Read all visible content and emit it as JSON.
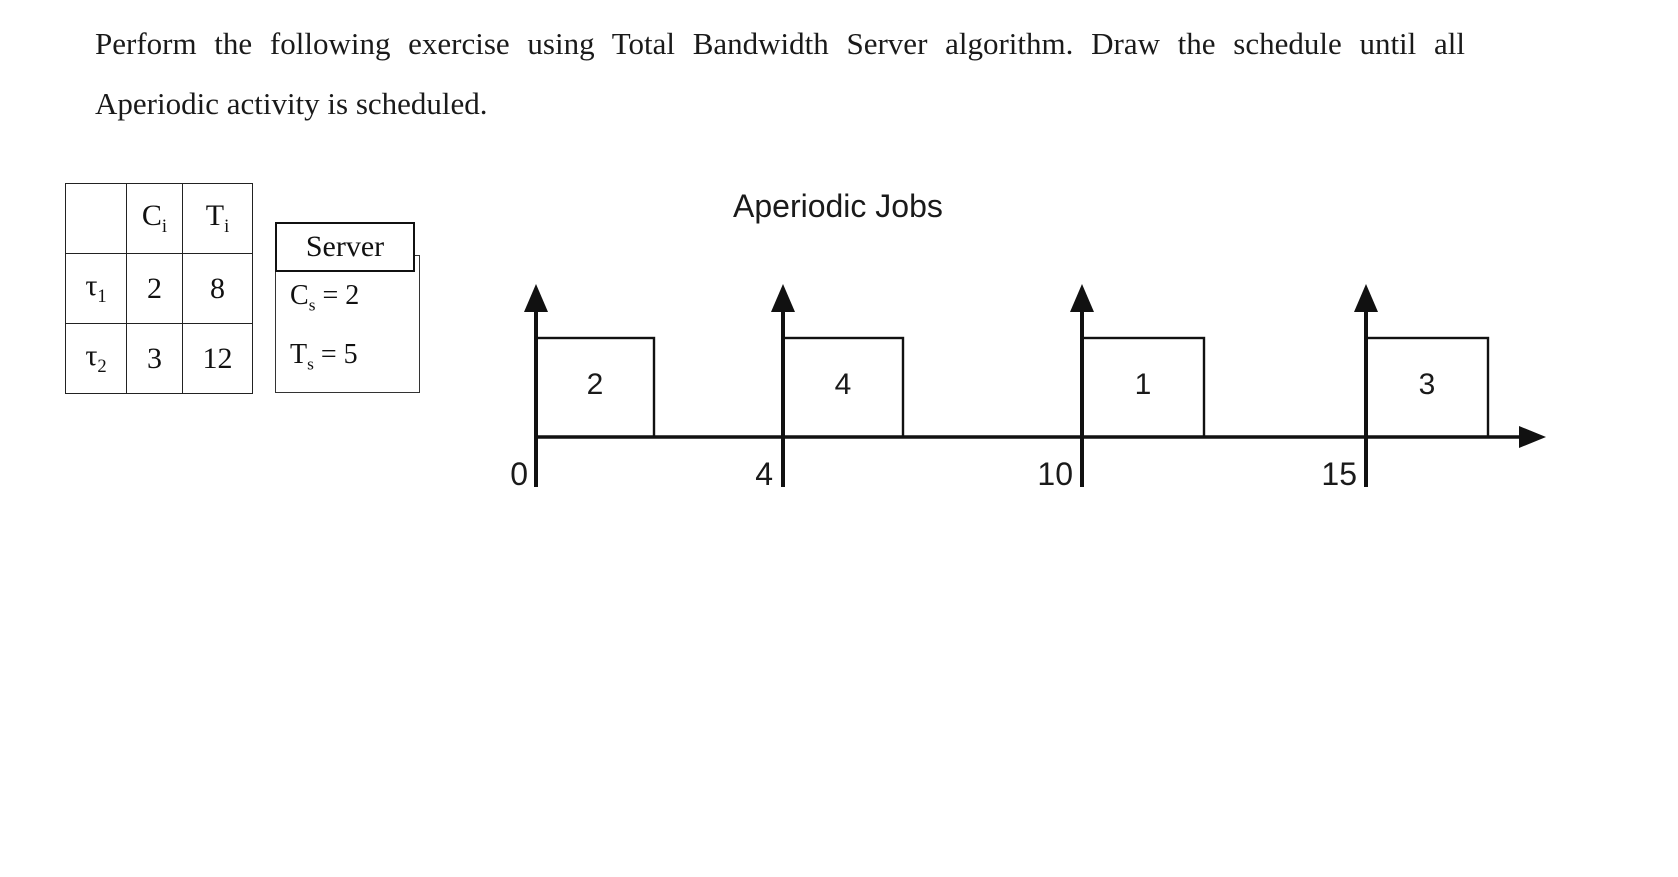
{
  "question": {
    "text": "Perform the following exercise using Total Bandwidth Server algorithm. Draw the schedule until all Aperiodic activity is scheduled.",
    "line1": "Perform the following exercise using Total Bandwidth Server algorithm. Draw the schedule",
    "line2": "until all Aperiodic activity is scheduled."
  },
  "task_table": {
    "corner_label": "",
    "headers": [
      "",
      "C",
      "T"
    ],
    "header_subscripts": [
      "",
      "i",
      "i"
    ],
    "rows": [
      {
        "name": "τ",
        "name_sub": "1",
        "c": "2",
        "t": "8"
      },
      {
        "name": "τ",
        "name_sub": "2",
        "c": "3",
        "t": "12"
      }
    ]
  },
  "server": {
    "title": "Server",
    "capacity_label": "C",
    "capacity_sub": "s",
    "capacity_eq": " = 2",
    "period_label": "T",
    "period_sub": "s",
    "period_eq": " = 5",
    "capacity_value": 2,
    "period_value": 5
  },
  "chart_data": {
    "type": "bar",
    "title": "Aperiodic Jobs",
    "xlabel": "",
    "ylabel": "",
    "grid": false,
    "legend": "none",
    "xlim": [
      0,
      20
    ],
    "arrival_times": [
      0,
      4,
      10,
      15
    ],
    "tick_labels": [
      "0",
      "4",
      "10",
      "15"
    ],
    "jobs": [
      {
        "label": "2",
        "arrival": 0,
        "exec": 2
      },
      {
        "label": "4",
        "arrival": 4,
        "exec": 2
      },
      {
        "label": "1",
        "arrival": 10,
        "exec": 2
      },
      {
        "label": "3",
        "arrival": 15,
        "exec": 2
      }
    ],
    "values": [
      2,
      4,
      1,
      3
    ],
    "categories": [
      "0",
      "4",
      "10",
      "15"
    ]
  }
}
